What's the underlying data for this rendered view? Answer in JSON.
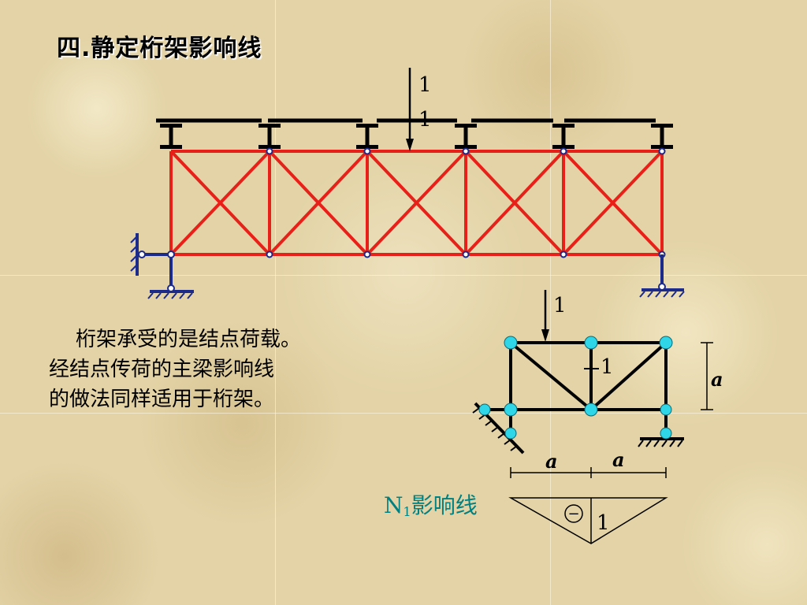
{
  "title": "四.静定桁架影响线",
  "paragraph": {
    "line1": "桁架承受的是结点荷载。",
    "line2": "经结点传荷的主梁影响线",
    "line3": "的做法同样适用于桁架。"
  },
  "big_truss": {
    "load_label_1": "1",
    "load_label_2": "1"
  },
  "small_truss": {
    "load_label": "1",
    "member_label": "1",
    "height_label": "a",
    "span_label_1": "a",
    "span_label_2": "a"
  },
  "influence_line": {
    "name_prefix": "N",
    "name_subscript": "1",
    "name_suffix": "影响线",
    "sign_symbol": "−",
    "value_label": "1"
  },
  "colors": {
    "truss_red": "#e8201a",
    "joint_blue": "#1c2a8a",
    "node_cyan": "#2fd6e8",
    "il_title_teal": "#008080"
  }
}
